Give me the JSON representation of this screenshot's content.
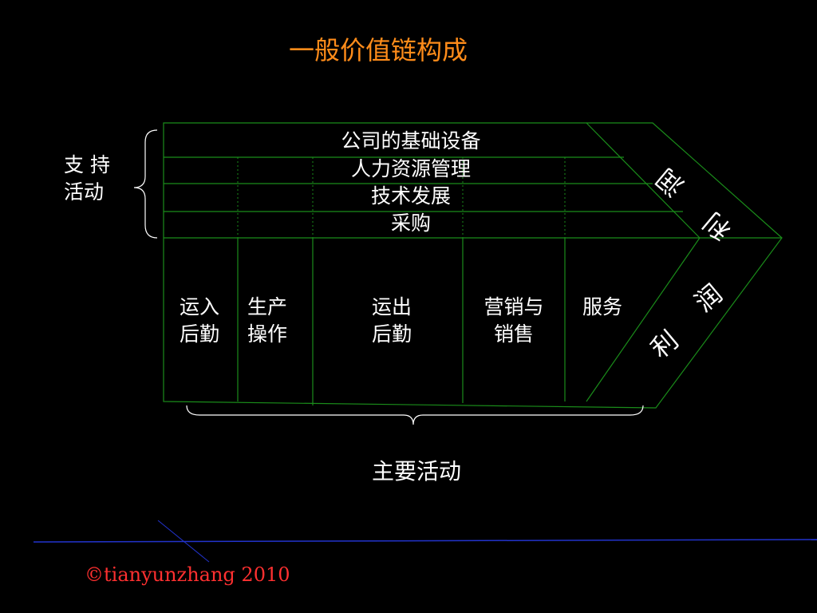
{
  "title": "一般价值链构成",
  "support": {
    "label_lines": [
      "支 持",
      "活动"
    ],
    "rows": [
      "公司的基础设备",
      "人力资源管理",
      "技术发展",
      "采购"
    ]
  },
  "primary": {
    "columns": [
      [
        "运入",
        "后勤"
      ],
      [
        "生产",
        "操作"
      ],
      [
        "运出",
        "后勤"
      ],
      [
        "营销与",
        "销售"
      ],
      [
        "服务"
      ]
    ],
    "label": "主要活动"
  },
  "margin": {
    "upper": [
      "润",
      "利"
    ],
    "lower": [
      "润",
      "利"
    ]
  },
  "copyright": "©tianyunzhang 2010",
  "colors": {
    "title": "#ff8c1a",
    "lines": "#1a8c1a",
    "copyright": "#ff3030",
    "background": "#000000"
  }
}
